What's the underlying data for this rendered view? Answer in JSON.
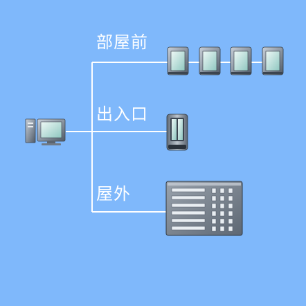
{
  "labels": {
    "room_front": "部屋前",
    "entrance": "出入口",
    "outdoor": "屋外"
  },
  "icons": {
    "computer": "computer-icon",
    "room_front_station": "door-station-icon",
    "entrance_station": "entrance-station-icon",
    "outdoor_panel": "keypad-panel-icon"
  },
  "colors": {
    "background": "#7fb8fb",
    "line": "#ffffff",
    "label": "#ffffff"
  }
}
